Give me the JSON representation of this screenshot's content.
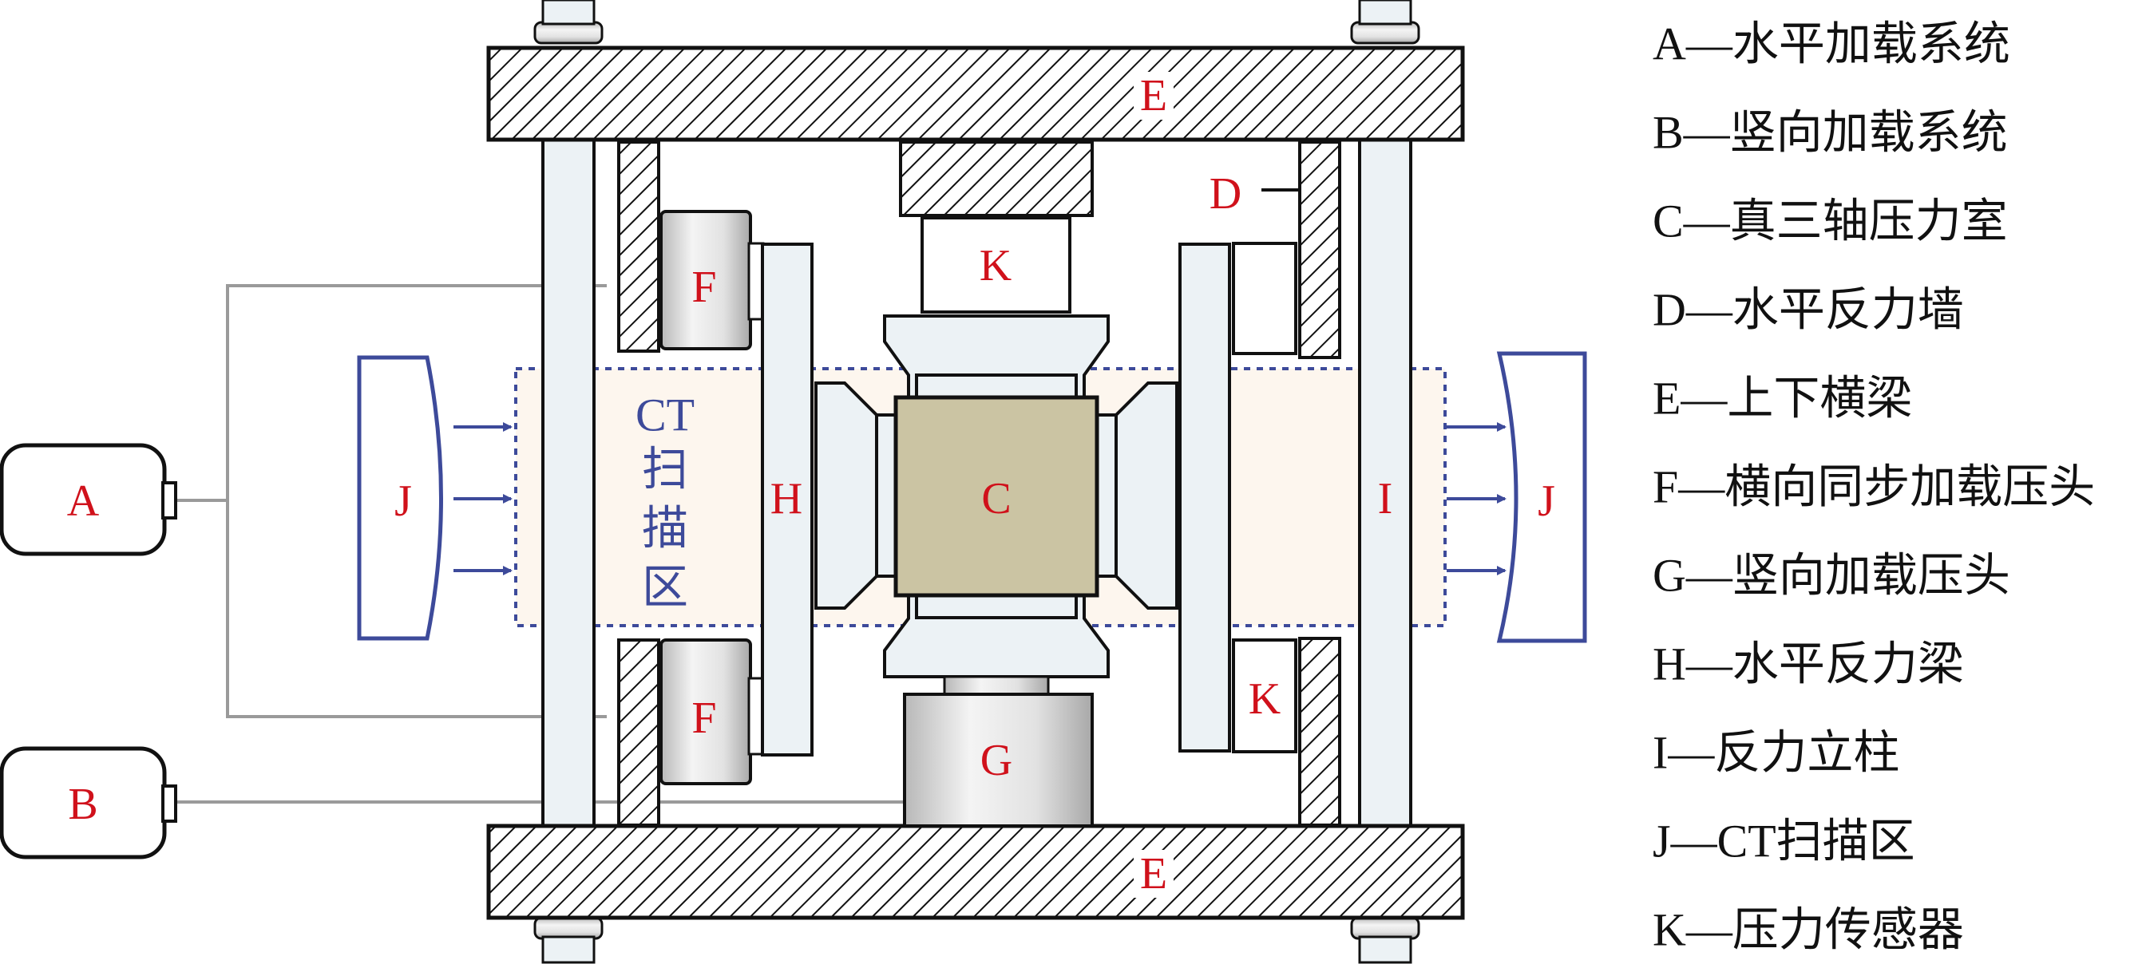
{
  "colors": {
    "label": "#d0111b",
    "ct_text": "#3d4a9a",
    "arrow": "#3d4a9a",
    "ct_zone": "#fdf6ee",
    "specimen": "#cbc4a3",
    "beam_fill": "#ecf2f5",
    "outline": "#111111",
    "wire": "#9a9a9a"
  },
  "icons": {
    "hatch": "diagonal-hatch-pattern",
    "arrow": "arrow-right-icon",
    "ct_receiver": "curved-detector-icon"
  },
  "diagram": {
    "systems": {
      "A": "A",
      "B": "B"
    },
    "beam_top": "E",
    "beam_bottom": "E",
    "wall_label": "D",
    "press_top": "F",
    "press_bottom": "F",
    "sensor_top": "K",
    "sensor_right": "K",
    "reaction_beam_left": "H",
    "column_right": "I",
    "chamber": "C",
    "vertical_press": "G",
    "ct_source": "J",
    "ct_detector": "J",
    "ct_zone_lines": [
      "CT",
      "扫",
      "描",
      "区"
    ]
  },
  "legend": [
    "A—水平加载系统",
    "B—竖向加载系统",
    "C—真三轴压力室",
    "D—水平反力墙",
    "E—上下横梁",
    "F—横向同步加载压头",
    "G—竖向加载压头",
    "H—水平反力梁",
    "I—反力立柱",
    "J—CT扫描区",
    "K—压力传感器"
  ]
}
